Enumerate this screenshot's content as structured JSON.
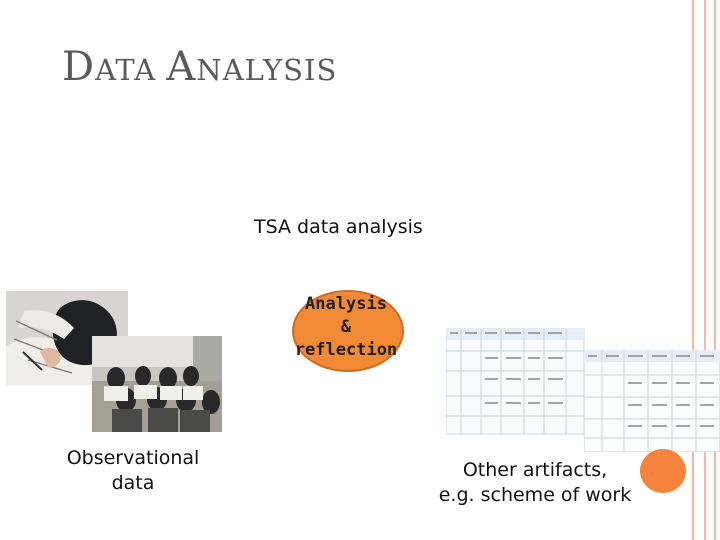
{
  "slide": {
    "title_first_big": "D",
    "title_first_rest": "ATA ",
    "title_second_big": "A",
    "title_second_rest": "NALYSIS"
  },
  "diagram": {
    "top_label": "TSA data analysis",
    "center_lines": [
      "Analysis",
      "&",
      "reflection"
    ],
    "left_label_lines": [
      "Observational",
      "data"
    ],
    "right_label_lines": [
      "Other artifacts,",
      "e.g. scheme of work"
    ]
  },
  "colors": {
    "accent_orange": "#f08a35",
    "border_pink": "#f6b9a5",
    "title_gray": "#5a5a5a"
  }
}
